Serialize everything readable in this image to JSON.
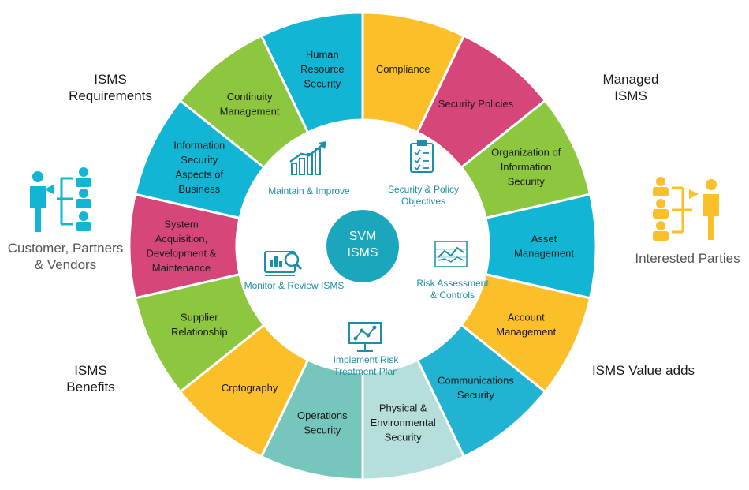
{
  "hub": {
    "line1": "SVM",
    "line2": "ISMS",
    "color": "#1aa7bd"
  },
  "segments": [
    {
      "lines": [
        "Compliance"
      ],
      "color": "#fbbf2a"
    },
    {
      "lines": [
        "Security Policies"
      ],
      "color": "#d7467a"
    },
    {
      "lines": [
        "Organization of",
        "Information",
        "Security"
      ],
      "color": "#8dc63f"
    },
    {
      "lines": [
        "Asset",
        "Management"
      ],
      "color": "#13b5d4"
    },
    {
      "lines": [
        "Account",
        "Management"
      ],
      "color": "#fbbf2a"
    },
    {
      "lines": [
        "Communications",
        "Security"
      ],
      "color": "#22b3d3"
    },
    {
      "lines": [
        "Physical &",
        "Environmental",
        "Security"
      ],
      "color": "#b6dfdc"
    },
    {
      "lines": [
        "Operations",
        "Security"
      ],
      "color": "#76c6bd"
    },
    {
      "lines": [
        "Crptography"
      ],
      "color": "#fbbf2a"
    },
    {
      "lines": [
        "Supplier",
        "Relationship"
      ],
      "color": "#8dc63f"
    },
    {
      "lines": [
        "System",
        "Acquisition,",
        "Development &",
        "Maintenance"
      ],
      "color": "#d7467a"
    },
    {
      "lines": [
        "Information",
        "Security",
        "Aspects of",
        "Business"
      ],
      "color": "#13b5d4"
    },
    {
      "lines": [
        "Continuity",
        "Management"
      ],
      "color": "#8dc63f"
    },
    {
      "lines": [
        "Human",
        "Resource",
        "Security"
      ],
      "color": "#13b5d4"
    }
  ],
  "inner_items": [
    {
      "lines": [
        "Maintain & Improve"
      ],
      "icon": "growth-chart-icon"
    },
    {
      "lines": [
        "Security & Policy",
        "Objectives"
      ],
      "icon": "clipboard-checklist-icon"
    },
    {
      "lines": [
        "Risk Assessment",
        "& Controls"
      ],
      "icon": "line-graph-icon"
    },
    {
      "lines": [
        "Implement Risk",
        "Treatment Plan"
      ],
      "icon": "presentation-board-icon"
    },
    {
      "lines": [
        "Monitor & Review ISMS"
      ],
      "icon": "monitor-magnifier-icon"
    }
  ],
  "side_labels": {
    "isms_requirements": [
      "ISMS",
      "Requirements"
    ],
    "managed_isms": [
      "Managed",
      "ISMS"
    ],
    "customer_partners": [
      "Customer, Partners",
      "& Vendors"
    ],
    "interested_parties": [
      "Interested Parties"
    ],
    "isms_benefits": [
      "ISMS",
      "Benefits"
    ],
    "isms_value_adds": [
      "ISMS Value adds"
    ]
  },
  "colors": {
    "people_left": "#13b5d4",
    "people_right": "#fbbf2a",
    "inner_accent": "#1c8fa8",
    "wheel_outline": "#ffffff"
  }
}
